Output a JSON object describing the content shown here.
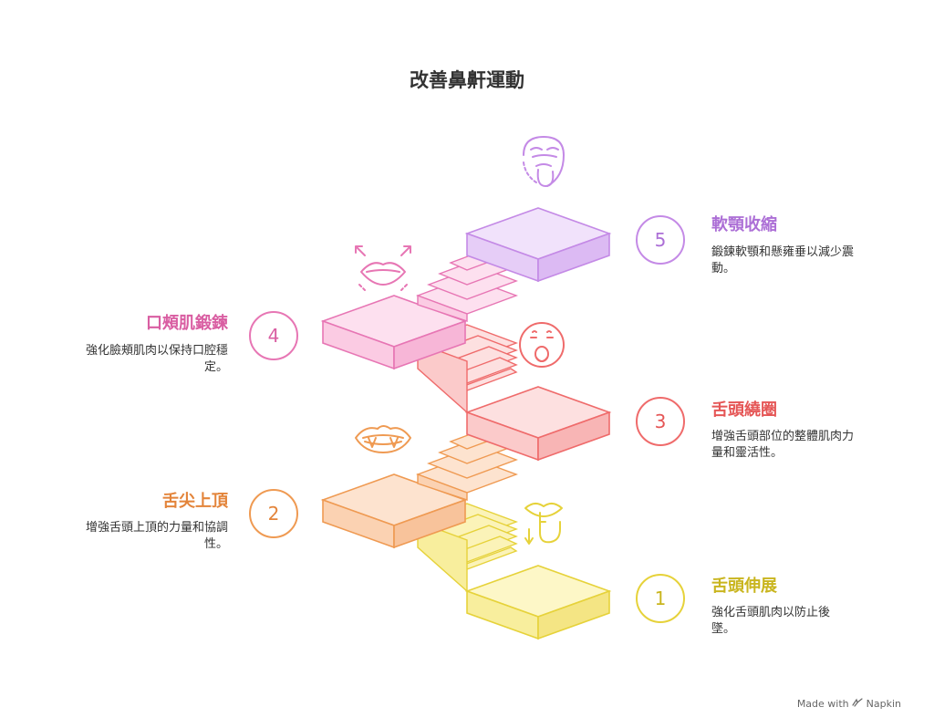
{
  "title": "改善鼻鼾運動",
  "colors": {
    "step1": "#e6d23a",
    "step2": "#ef9a52",
    "step3": "#ef6b6b",
    "step4": "#e776b4",
    "step5": "#c48ae6"
  },
  "steps": [
    {
      "number": "1",
      "title": "舌頭伸展",
      "desc": "強化舌頭肌肉以防止後墜。",
      "icon": "shush-icon"
    },
    {
      "number": "2",
      "title": "舌尖上頂",
      "desc": "增強舌頭上頂的力量和協調性。",
      "icon": "vampire-mouth-icon"
    },
    {
      "number": "3",
      "title": "舌頭繞圈",
      "desc": "增強舌頭部位的整體肌肉力量和靈活性。",
      "icon": "surprised-face-icon"
    },
    {
      "number": "4",
      "title": "口頰肌鍛鍊",
      "desc": "強化臉頰肌肉以保持口腔穩定。",
      "icon": "expanding-lips-icon"
    },
    {
      "number": "5",
      "title": "軟顎收縮",
      "desc": "鍛鍊軟顎和懸雍垂以減少震動。",
      "icon": "tongue-face-icon"
    }
  ],
  "footer": {
    "made_with": "Made with",
    "brand": "Napkin"
  }
}
